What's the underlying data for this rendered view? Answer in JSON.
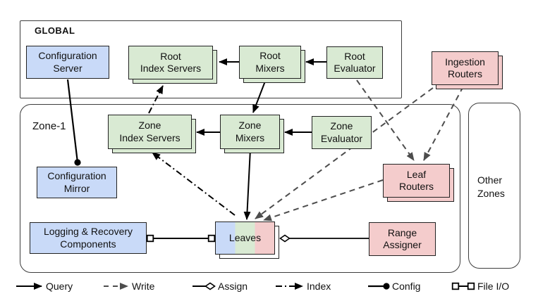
{
  "colors": {
    "node_blue": "#c9daf8",
    "node_green": "#d9ead3",
    "node_pink": "#f4cccc",
    "line_black": "#000000",
    "write_gray": "#4d4d4d",
    "border_dark": "#222222"
  },
  "containers": {
    "global": {
      "label": "GLOBAL"
    },
    "zone1": {
      "label": "Zone-1"
    },
    "other_zones": {
      "line1": "Other",
      "line2": "Zones"
    }
  },
  "nodes": {
    "configuration_server": {
      "line1": "Configuration",
      "line2": "Server"
    },
    "root_index_servers": {
      "line1": "Root",
      "line2": "Index Servers"
    },
    "root_mixers": {
      "line1": "Root",
      "line2": "Mixers"
    },
    "root_evaluator": {
      "line1": "Root",
      "line2": "Evaluator"
    },
    "ingestion_routers": {
      "line1": "Ingestion",
      "line2": "Routers"
    },
    "zone_index_servers": {
      "line1": "Zone",
      "line2": "Index Servers"
    },
    "zone_mixers": {
      "line1": "Zone",
      "line2": "Mixers"
    },
    "zone_evaluator": {
      "line1": "Zone",
      "line2": "Evaluator"
    },
    "configuration_mirror": {
      "line1": "Configuration",
      "line2": "Mirror"
    },
    "leaf_routers": {
      "line1": "Leaf",
      "line2": "Routers"
    },
    "logging_recovery_components": {
      "line1": "Logging & Recovery",
      "line2": "Components"
    },
    "leaves": {
      "line1": "Leaves"
    },
    "range_assigner": {
      "line1": "Range",
      "line2": "Assigner"
    }
  },
  "legend": {
    "query": "Query",
    "write": "Write",
    "assign": "Assign",
    "index": "Index",
    "config": "Config",
    "file_io": "File I/O"
  },
  "edges": [
    {
      "from": "root_mixers",
      "to": "root_index_servers",
      "type": "query"
    },
    {
      "from": "root_evaluator",
      "to": "root_mixers",
      "type": "query"
    },
    {
      "from": "root_mixers",
      "to": "zone_mixers",
      "type": "query"
    },
    {
      "from": "zone_evaluator",
      "to": "zone_mixers",
      "type": "query"
    },
    {
      "from": "zone_mixers",
      "to": "zone_index_servers",
      "type": "query"
    },
    {
      "from": "zone_mixers",
      "to": "leaves",
      "type": "query"
    },
    {
      "from": "root_evaluator",
      "to": "leaf_routers",
      "type": "write"
    },
    {
      "from": "ingestion_routers",
      "to": "leaf_routers",
      "type": "write"
    },
    {
      "from": "ingestion_routers",
      "to": "leaves",
      "type": "write"
    },
    {
      "from": "leaf_routers",
      "to": "leaves",
      "type": "write"
    },
    {
      "from": "leaves",
      "to": "zone_index_servers",
      "type": "index"
    },
    {
      "from": "zone_index_servers",
      "to": "root_index_servers",
      "type": "index"
    },
    {
      "from": "configuration_server",
      "to": "configuration_mirror",
      "type": "config"
    },
    {
      "from": "logging_recovery_components",
      "to": "leaves",
      "type": "file_io"
    },
    {
      "from": "range_assigner",
      "to": "leaves",
      "type": "assign"
    }
  ]
}
